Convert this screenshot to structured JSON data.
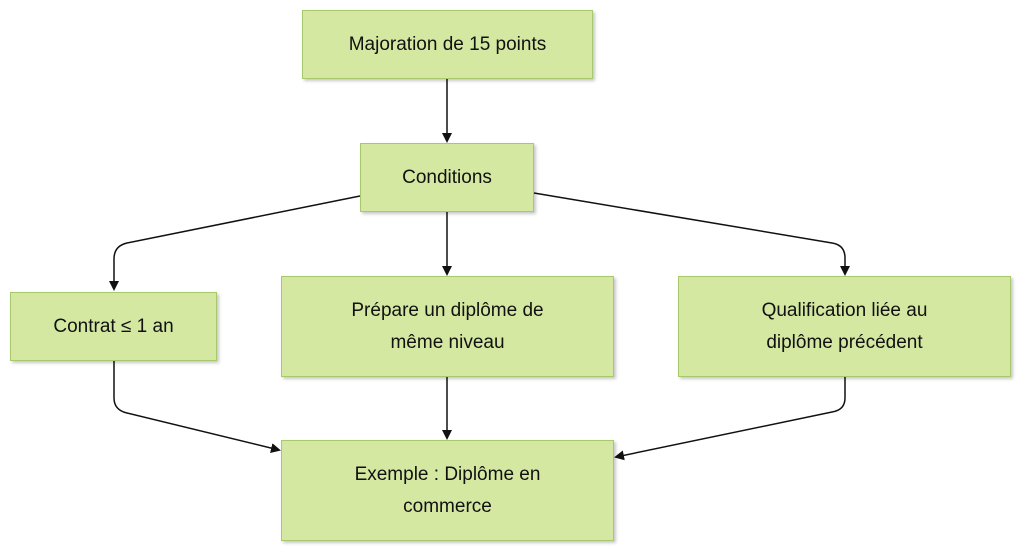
{
  "diagram": {
    "nodes": {
      "top": "Majoration de 15 points",
      "conditions": "Conditions",
      "contract": "Contrat ≤ 1 an",
      "same_level": [
        "Prépare un diplôme de",
        "même niveau"
      ],
      "qualification": [
        "Qualification liée au",
        "diplôme précédent"
      ],
      "example": [
        "Exemple : Diplôme en",
        "commerce"
      ]
    },
    "edges": [
      {
        "from": "top",
        "to": "conditions"
      },
      {
        "from": "conditions",
        "to": "contract"
      },
      {
        "from": "conditions",
        "to": "same_level"
      },
      {
        "from": "conditions",
        "to": "qualification"
      },
      {
        "from": "contract",
        "to": "example"
      },
      {
        "from": "same_level",
        "to": "example"
      },
      {
        "from": "qualification",
        "to": "example"
      }
    ],
    "colors": {
      "node_fill": "#d4e8a2",
      "node_border": "#a8c86e",
      "edge": "#111111"
    }
  }
}
